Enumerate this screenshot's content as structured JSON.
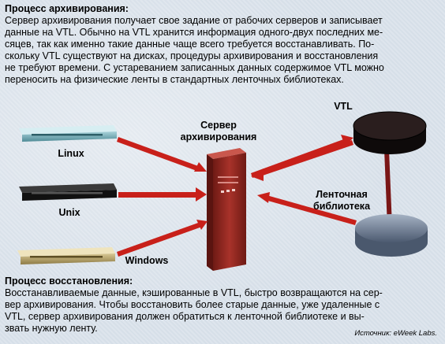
{
  "archive": {
    "heading": "Процесс архивирования:",
    "lines": [
      "Сервер архивирования получает свое задание от рабочих серверов и записывает",
      "данные на VTL. Обычно на VTL хранится информация одного-двух последних ме-",
      "сяцев, так как именно такие данные чаще всего требуется восстанавливать. По-",
      "скольку VTL существуют на дисках, процедуры архивирования и восстановления",
      "не требуют времени. С устареванием записанных данных содержимое VTL можно",
      "переносить на физические ленты в стандартных ленточных библиотеках."
    ]
  },
  "diagram": {
    "linux_label": "Linux",
    "unix_label": "Unix",
    "windows_label": "Windows",
    "server_label_1": "Сервер",
    "server_label_2": "архивирования",
    "vtl_label": "VTL",
    "library_label_1": "Ленточная",
    "library_label_2": "библиотека",
    "colors": {
      "linux": "#6fa9b3",
      "unix": "#111111",
      "windows": "#b9a56a",
      "server": "#9b2a22",
      "arrow": "#c8201a",
      "vtl": "#1c1414",
      "library": "#5f6f86",
      "connector": "#7a1616"
    }
  },
  "restore": {
    "heading": "Процесс восстановления:",
    "lines": [
      "Восстанавливаемые данные, кэшированные в VTL, быстро возвращаются на сер-",
      "вер архивирования. Чтобы восстановить более старые данные, уже удаленные с",
      "VTL, сервер архивирования должен обратиться к ленточной библиотеке и вы-",
      "звать нужную ленту."
    ]
  },
  "source": "Источник: eWeek Labs."
}
